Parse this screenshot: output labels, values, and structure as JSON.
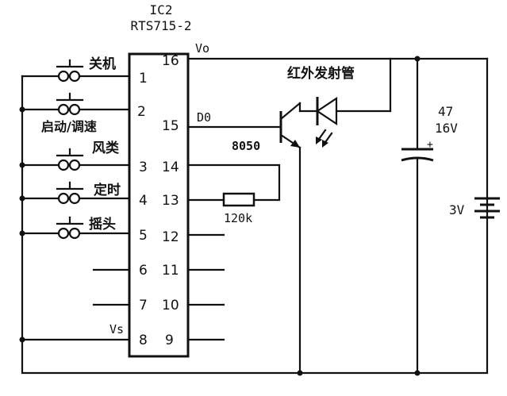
{
  "ic": {
    "name": "IC2",
    "part": "RTS715-2"
  },
  "pins": {
    "left": [
      "1",
      "2",
      "3",
      "4",
      "5",
      "6",
      "7",
      "8"
    ],
    "right": [
      "16",
      "15",
      "14",
      "13",
      "12",
      "11",
      "10",
      "9"
    ]
  },
  "signals": {
    "vo": "Vo",
    "do": "D0",
    "vs": "Vs"
  },
  "buttons": [
    "关机",
    "启动/调速",
    "风类",
    "定时",
    "摇头"
  ],
  "transistor": "8050",
  "ir_led": "红外发射管",
  "resistor": "120k",
  "capacitor": {
    "value": "47",
    "voltage": "16V"
  },
  "battery": "3V"
}
